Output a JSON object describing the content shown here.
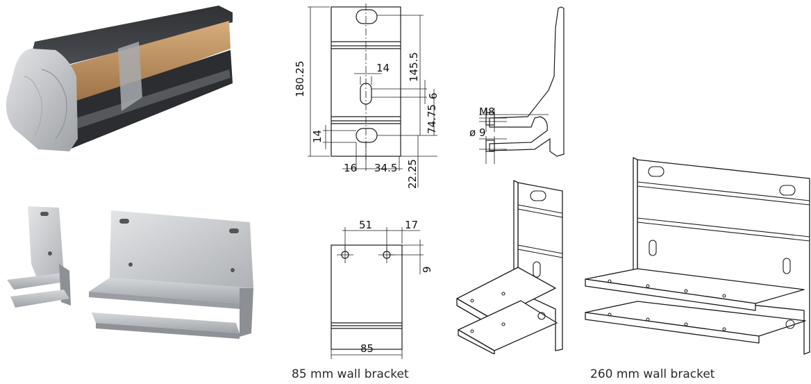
{
  "captions": {
    "small_bracket": "85 mm wall bracket",
    "large_bracket": "260 mm wall bracket"
  },
  "dimensions": {
    "front": {
      "height_total": "180.25",
      "slot_width": "14",
      "slot_span": "145.5",
      "slot_gap": "6",
      "lower_span": "74.75",
      "slot_height": "14",
      "offset_left": "16",
      "offset_right": "34.5",
      "bottom": "22.25"
    },
    "side": {
      "thread": "M8",
      "hole": "ø 9"
    },
    "top": {
      "spacing": "51",
      "edge": "17",
      "edge_v": "9",
      "width": "85"
    }
  },
  "colors": {
    "line": "#1a1a1a",
    "cassette_dark": "#3d3f42",
    "cassette_light": "#c9cbcd",
    "fabric": "#b98c5c",
    "aluminium": "#c6c9cc"
  }
}
